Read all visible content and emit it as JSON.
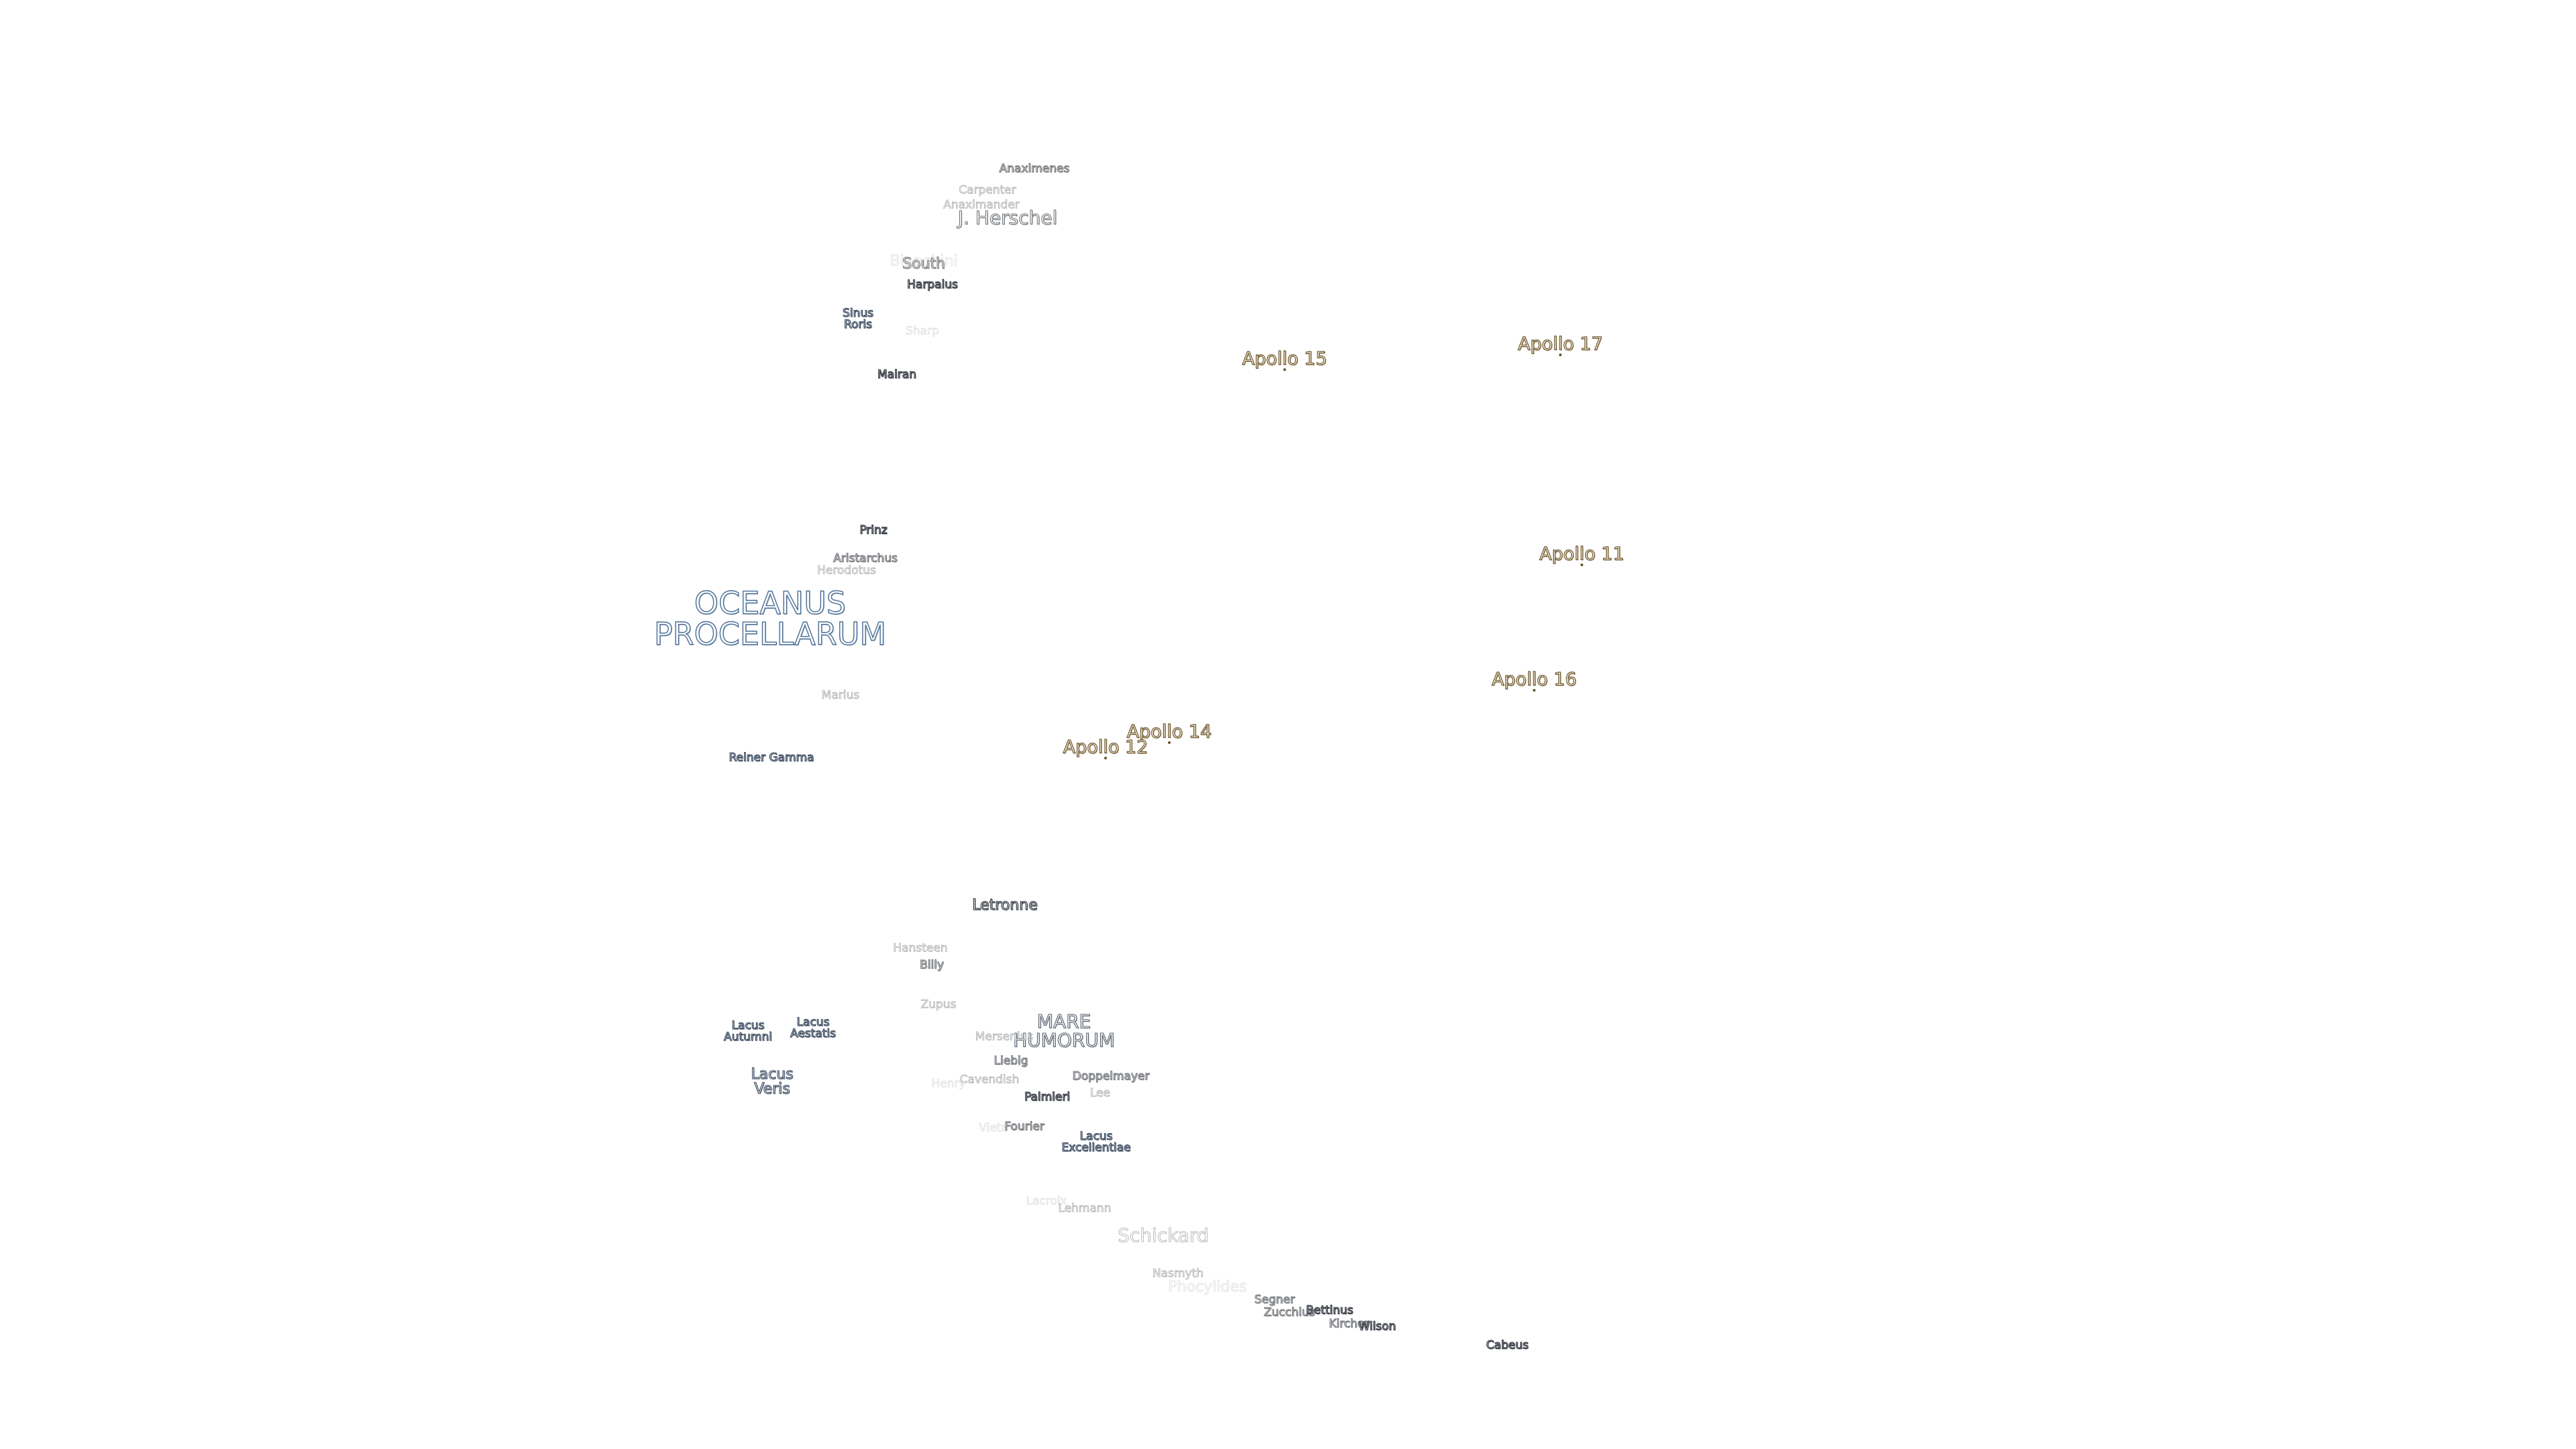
{
  "map": {
    "labels": [
      {
        "id": "anaximenes",
        "text": "Anaximenes",
        "size": "s",
        "style": "mid"
      },
      {
        "id": "carpenter",
        "text": "Carpenter",
        "size": "s",
        "style": "light"
      },
      {
        "id": "anaximander",
        "text": "Anaximander",
        "size": "s",
        "style": "light"
      },
      {
        "id": "j-herschel",
        "text": "J. Herschel",
        "size": "l",
        "style": "mid"
      },
      {
        "id": "bianchini",
        "text": "Bianchini",
        "size": "m",
        "style": "faint"
      },
      {
        "id": "south",
        "text": "South",
        "size": "m",
        "style": "mid"
      },
      {
        "id": "harpalus",
        "text": "Harpalus",
        "size": "s",
        "style": "dark"
      },
      {
        "id": "sinus-roris",
        "text": "Sinus\nRoris",
        "size": "s",
        "style": "lake"
      },
      {
        "id": "sharp",
        "text": "Sharp",
        "size": "s",
        "style": "faint"
      },
      {
        "id": "mairan",
        "text": "Mairan",
        "size": "s",
        "style": "dark"
      },
      {
        "id": "prinz",
        "text": "Prinz",
        "size": "s",
        "style": "dark"
      },
      {
        "id": "aristarchus",
        "text": "Aristarchus",
        "size": "s",
        "style": "mid"
      },
      {
        "id": "herodotus",
        "text": "Herodotus",
        "size": "s",
        "style": "light"
      },
      {
        "id": "oceanus-procellarum",
        "text": "OCEANUS\nPROCELLARUM",
        "size": "xl",
        "style": "mare"
      },
      {
        "id": "marius",
        "text": "Marius",
        "size": "s",
        "style": "light"
      },
      {
        "id": "reiner-gamma",
        "text": "Reiner Gamma",
        "size": "s",
        "style": "lake"
      },
      {
        "id": "letronne",
        "text": "Letronne",
        "size": "m",
        "style": "dark"
      },
      {
        "id": "hansteen",
        "text": "Hansteen",
        "size": "s",
        "style": "light"
      },
      {
        "id": "billy",
        "text": "Billy",
        "size": "s",
        "style": "mid"
      },
      {
        "id": "zupus",
        "text": "Zupus",
        "size": "s",
        "style": "light"
      },
      {
        "id": "lacus-autumni",
        "text": "Lacus\nAutumni",
        "size": "s",
        "style": "lake"
      },
      {
        "id": "lacus-aestatis",
        "text": "Lacus\nAestatis",
        "size": "s",
        "style": "lake"
      },
      {
        "id": "mare-humorum",
        "text": "MARE\nHUMORUM",
        "size": "l",
        "style": "mare2"
      },
      {
        "id": "mersenius",
        "text": "Mersenius",
        "size": "s",
        "style": "light"
      },
      {
        "id": "liebig",
        "text": "Liebig",
        "size": "s",
        "style": "mid"
      },
      {
        "id": "lacus-veris",
        "text": "Lacus\nVeris",
        "size": "m",
        "style": "lake"
      },
      {
        "id": "cavendish",
        "text": "Cavendish",
        "size": "s",
        "style": "light"
      },
      {
        "id": "henry",
        "text": "Henry",
        "size": "s",
        "style": "faint"
      },
      {
        "id": "doppelmayer",
        "text": "Doppelmayer",
        "size": "s",
        "style": "mid"
      },
      {
        "id": "palmieri",
        "text": "Palmieri",
        "size": "s",
        "style": "dark"
      },
      {
        "id": "lee",
        "text": "Lee",
        "size": "s",
        "style": "light"
      },
      {
        "id": "vieta",
        "text": "Vieta",
        "size": "s",
        "style": "faint"
      },
      {
        "id": "fourier",
        "text": "Fourier",
        "size": "s",
        "style": "mid"
      },
      {
        "id": "lacus-excellentiae",
        "text": "Lacus\nExcellentiae",
        "size": "s",
        "style": "lake"
      },
      {
        "id": "lacroix",
        "text": "Lacroix",
        "size": "s",
        "style": "faint"
      },
      {
        "id": "lehmann",
        "text": "Lehmann",
        "size": "s",
        "style": "light"
      },
      {
        "id": "schickard",
        "text": "Schickard",
        "size": "l",
        "style": "light"
      },
      {
        "id": "nasmyth",
        "text": "Nasmyth",
        "size": "s",
        "style": "light"
      },
      {
        "id": "phocylides",
        "text": "Phocylides",
        "size": "m",
        "style": "faint"
      },
      {
        "id": "segner",
        "text": "Segner",
        "size": "s",
        "style": "mid"
      },
      {
        "id": "zucchius",
        "text": "Zucchius",
        "size": "s",
        "style": "mid"
      },
      {
        "id": "bettinus",
        "text": "Bettinus",
        "size": "s",
        "style": "dark"
      },
      {
        "id": "kircher",
        "text": "Kircher",
        "size": "s",
        "style": "mid"
      },
      {
        "id": "wilson",
        "text": "Wilson",
        "size": "s",
        "style": "dark"
      },
      {
        "id": "cabeus",
        "text": "Cabeus",
        "size": "s",
        "style": "dark"
      }
    ],
    "apollo_sites": [
      {
        "id": "apollo-15",
        "text": "Apollo 15"
      },
      {
        "id": "apollo-17",
        "text": "Apollo 17"
      },
      {
        "id": "apollo-11",
        "text": "Apollo 11"
      },
      {
        "id": "apollo-16",
        "text": "Apollo 16"
      },
      {
        "id": "apollo-14",
        "text": "Apollo 14"
      },
      {
        "id": "apollo-12",
        "text": "Apollo 12"
      }
    ]
  }
}
